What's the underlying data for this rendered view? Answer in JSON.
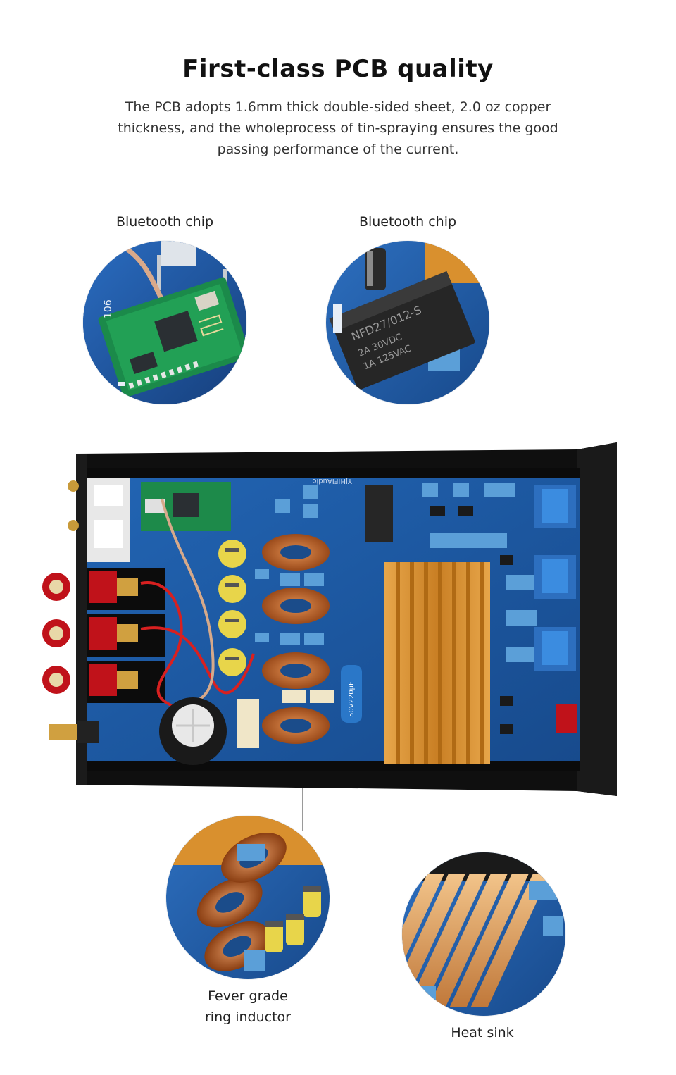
{
  "header": {
    "title": "First-class PCB quality",
    "description": "The PCB adopts 1.6mm thick double-sided sheet, 2.0 oz copper thickness, and the wholeprocess of tin-spraying ensures the good passing performance of the current."
  },
  "callouts": {
    "top_left": {
      "label": "Bluetooth chip",
      "icon": "bluetooth-module-closeup"
    },
    "top_right": {
      "label": "Bluetooth chip",
      "icon": "relay-closeup"
    },
    "bottom_left": {
      "label_line1": "Fever grade",
      "label_line2": "ring inductor",
      "icon": "ring-inductor-closeup"
    },
    "bottom_right": {
      "label": "Heat sink",
      "icon": "heat-sink-closeup"
    }
  },
  "board": {
    "module_text": "YJHIFIAudio",
    "capacitor_text": "50V220μF",
    "colors": {
      "pcb": "#1f5fa8",
      "chassis": "#111111",
      "heatsink": "#d9902e",
      "copper": "#c8702e",
      "capacitor": "#e8d54a",
      "film_cap": "#5b9fd8"
    }
  }
}
